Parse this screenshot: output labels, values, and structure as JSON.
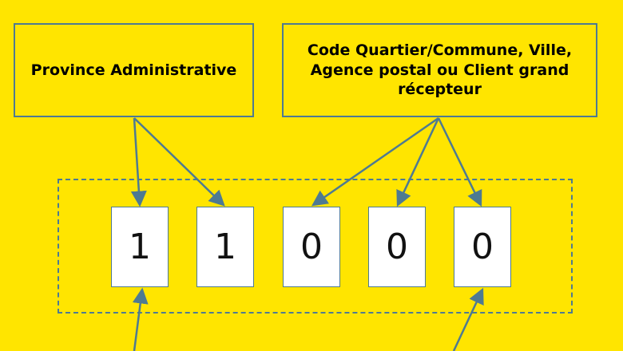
{
  "boxes": {
    "province": "Province Administrative",
    "code": "Code Quartier/Commune, Ville, Agence postal ou Client grand récepteur"
  },
  "digits": [
    "1",
    "1",
    "0",
    "0",
    "0"
  ],
  "colors": {
    "background": "#FFE500",
    "border": "#4E7A92",
    "arrow": "#4E7A92",
    "digit_box": "#FFFFFF"
  }
}
